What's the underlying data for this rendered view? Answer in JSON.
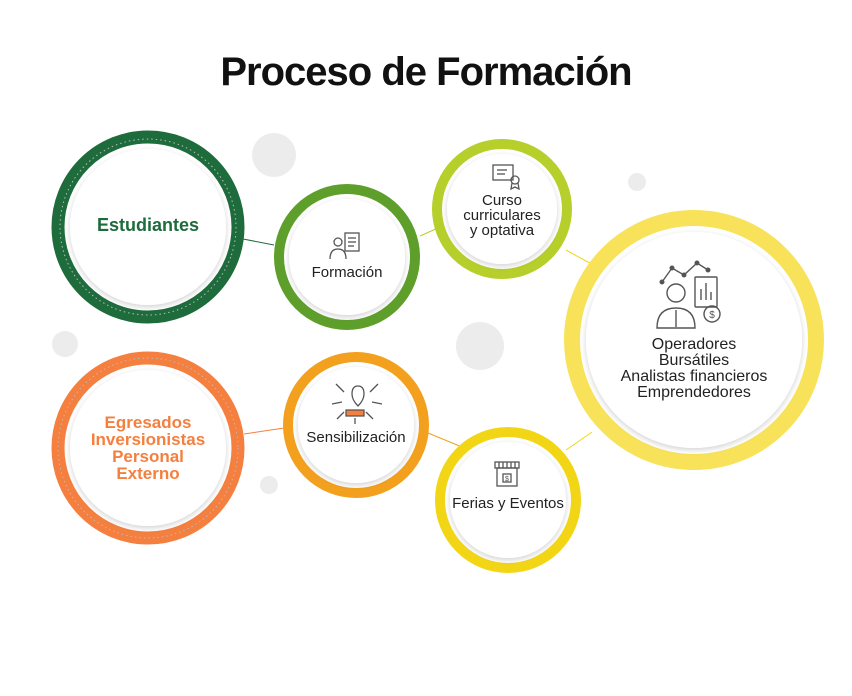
{
  "title": "Proceso de Formación",
  "nodes": {
    "estudiantes": {
      "label": "Estudiantes",
      "color": "#1E6B3C"
    },
    "formacion": {
      "label": "Formación",
      "color": "#5E9F2B",
      "icon": "trainer-icon"
    },
    "curso": {
      "lines": [
        "Curso",
        "curriculares",
        "y optativa"
      ],
      "color": "#B6CF2A",
      "icon": "certificate-icon"
    },
    "operadores": {
      "lines": [
        "Operadores",
        "Bursátiles",
        "Analistas financieros",
        "Emprendedores"
      ],
      "color": "#F8E25A",
      "icon": "financial-analyst-icon"
    },
    "egresados": {
      "lines": [
        "Egresados",
        "Inversionistas",
        "Personal",
        "Externo"
      ],
      "color": "#F47F3F"
    },
    "sensibilizacion": {
      "label": "Sensibilización",
      "color": "#F2A01E",
      "icon": "awareness-icon"
    },
    "ferias": {
      "label": "Ferias y Eventos",
      "color": "#F2D616",
      "icon": "market-stall-icon"
    }
  }
}
